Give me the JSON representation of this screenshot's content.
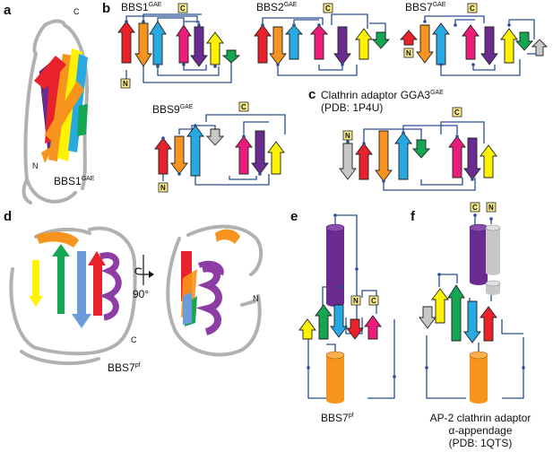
{
  "colors": {
    "red": "#e8212a",
    "orange": "#f7941d",
    "blue": "#27aae1",
    "magenta": "#ec1c7b",
    "purple": "#6a2c91",
    "green": "#14a651",
    "yellow": "#fff200",
    "grey": "#c8c8c8",
    "wire": "#2a4f97",
    "terminus_box": "#f9ec8a"
  },
  "panels": {
    "a": {
      "letter": "a",
      "label_main": "BBS1",
      "label_sup": "GAE",
      "c_term": "C",
      "n_term": "N"
    },
    "b": {
      "letter": "b",
      "bbs1": {
        "main": "BBS1",
        "sup": "GAE"
      },
      "bbs2": {
        "main": "BBS2",
        "sup": "GAE"
      },
      "bbs7": {
        "main": "BBS7",
        "sup": "GAE"
      },
      "bbs9": {
        "main": "BBS9",
        "sup": "GAE"
      }
    },
    "c": {
      "letter": "c",
      "title_main": "Clathrin adaptor GGA3",
      "title_sup": "GAE",
      "pdb": "(PDB: 1P4U)"
    },
    "d": {
      "letter": "d",
      "rotation": "90°",
      "label_main": "BBS7",
      "label_sup": "pf",
      "c_term": "C",
      "n_term": "N"
    },
    "e": {
      "letter": "e",
      "label_main": "BBS7",
      "label_sup": "pf"
    },
    "f": {
      "letter": "f",
      "line1": "AP-2 clathrin adaptor",
      "line2": "α-appendage",
      "line3": "(PDB: 1QTS)"
    }
  },
  "terminus": {
    "n": "N",
    "c": "C"
  }
}
